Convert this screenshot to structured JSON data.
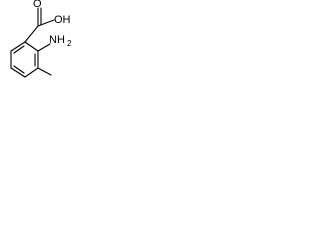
{
  "structure": {
    "labels": {
      "carboxyl": "OH",
      "carbonyl_o": "O",
      "amine": "NH",
      "amine_subscript": "2"
    }
  }
}
